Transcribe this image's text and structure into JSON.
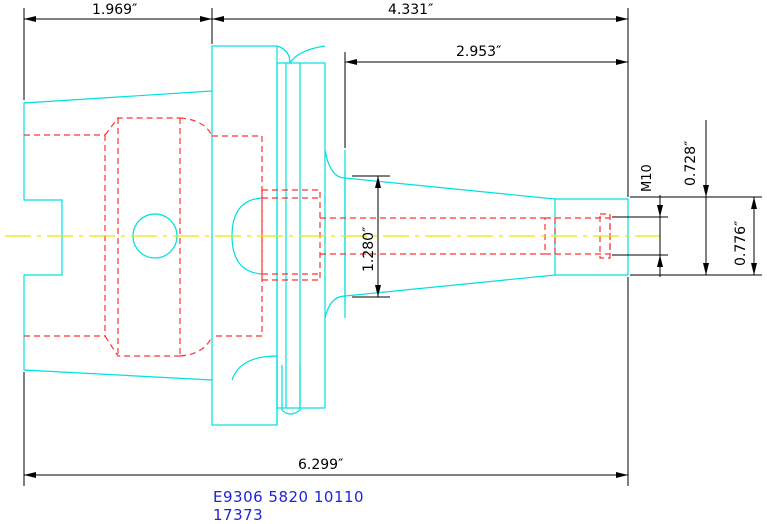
{
  "dimensions": {
    "flange_to_taper": "1.969″",
    "gauge_to_nose": "4.331″",
    "nose_length": "2.953″",
    "overall_length": "6.299″",
    "nose_diameter": "1.280″",
    "thread": "M10",
    "inner_diameter": "0.728″",
    "outer_diameter": "0.776″"
  },
  "part_codes": {
    "line1": "E9306  5820  10110",
    "line2": "17373"
  },
  "colors": {
    "outline": "#00e0e0",
    "hidden": "#ff3333",
    "center": "#e8e800",
    "dimension": "#000000",
    "code_text": "#2222dd"
  }
}
